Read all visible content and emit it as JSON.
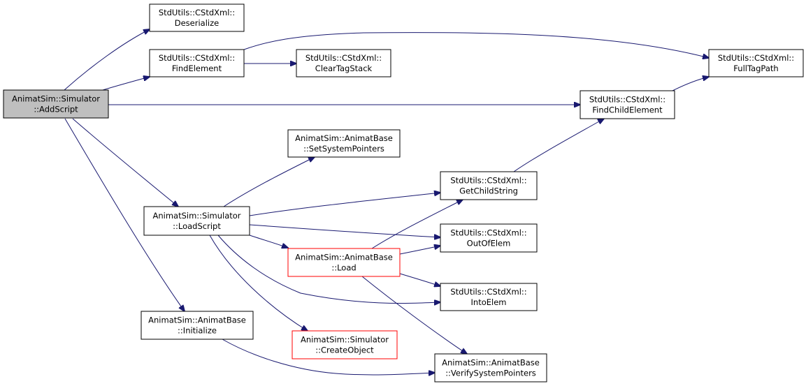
{
  "nodes": [
    {
      "id": "addscript",
      "lines": [
        "AnimatSim::Simulator",
        "::AddScript"
      ],
      "style": "root"
    },
    {
      "id": "deserialize",
      "lines": [
        "StdUtils::CStdXml::",
        "Deserialize"
      ],
      "style": "normal"
    },
    {
      "id": "findelement",
      "lines": [
        "StdUtils::CStdXml::",
        "FindElement"
      ],
      "style": "normal"
    },
    {
      "id": "cleartagstack",
      "lines": [
        "StdUtils::CStdXml::",
        "ClearTagStack"
      ],
      "style": "normal"
    },
    {
      "id": "fulltagpath",
      "lines": [
        "StdUtils::CStdXml::",
        "FullTagPath"
      ],
      "style": "normal"
    },
    {
      "id": "findchildelement",
      "lines": [
        "StdUtils::CStdXml::",
        "FindChildElement"
      ],
      "style": "normal"
    },
    {
      "id": "setsystempointers",
      "lines": [
        "AnimatSim::AnimatBase",
        "::SetSystemPointers"
      ],
      "style": "normal"
    },
    {
      "id": "getchildstring",
      "lines": [
        "StdUtils::CStdXml::",
        "GetChildString"
      ],
      "style": "normal"
    },
    {
      "id": "loadscript",
      "lines": [
        "AnimatSim::Simulator",
        "::LoadScript"
      ],
      "style": "normal"
    },
    {
      "id": "outofelem",
      "lines": [
        "StdUtils::CStdXml::",
        "OutOfElem"
      ],
      "style": "normal"
    },
    {
      "id": "load",
      "lines": [
        "AnimatSim::AnimatBase",
        "::Load"
      ],
      "style": "red"
    },
    {
      "id": "intoelem",
      "lines": [
        "StdUtils::CStdXml::",
        "IntoElem"
      ],
      "style": "normal"
    },
    {
      "id": "initialize",
      "lines": [
        "AnimatSim::AnimatBase",
        "::Initialize"
      ],
      "style": "normal"
    },
    {
      "id": "createobject",
      "lines": [
        "AnimatSim::Simulator",
        "::CreateObject"
      ],
      "style": "red"
    },
    {
      "id": "verifysystempointers",
      "lines": [
        "AnimatSim::AnimatBase",
        "::VerifySystemPointers"
      ],
      "style": "normal"
    }
  ],
  "edges": [
    {
      "from": "addscript",
      "to": "deserialize"
    },
    {
      "from": "addscript",
      "to": "findelement"
    },
    {
      "from": "addscript",
      "to": "findchildelement"
    },
    {
      "from": "addscript",
      "to": "loadscript"
    },
    {
      "from": "addscript",
      "to": "initialize"
    },
    {
      "from": "findelement",
      "to": "cleartagstack"
    },
    {
      "from": "findelement",
      "to": "fulltagpath"
    },
    {
      "from": "findchildelement",
      "to": "fulltagpath"
    },
    {
      "from": "getchildstring",
      "to": "findchildelement"
    },
    {
      "from": "loadscript",
      "to": "setsystempointers"
    },
    {
      "from": "loadscript",
      "to": "getchildstring"
    },
    {
      "from": "loadscript",
      "to": "outofelem"
    },
    {
      "from": "loadscript",
      "to": "load"
    },
    {
      "from": "loadscript",
      "to": "intoelem"
    },
    {
      "from": "loadscript",
      "to": "createobject"
    },
    {
      "from": "load",
      "to": "getchildstring"
    },
    {
      "from": "load",
      "to": "outofelem"
    },
    {
      "from": "load",
      "to": "intoelem"
    },
    {
      "from": "load",
      "to": "verifysystempointers"
    },
    {
      "from": "initialize",
      "to": "verifysystempointers"
    }
  ]
}
